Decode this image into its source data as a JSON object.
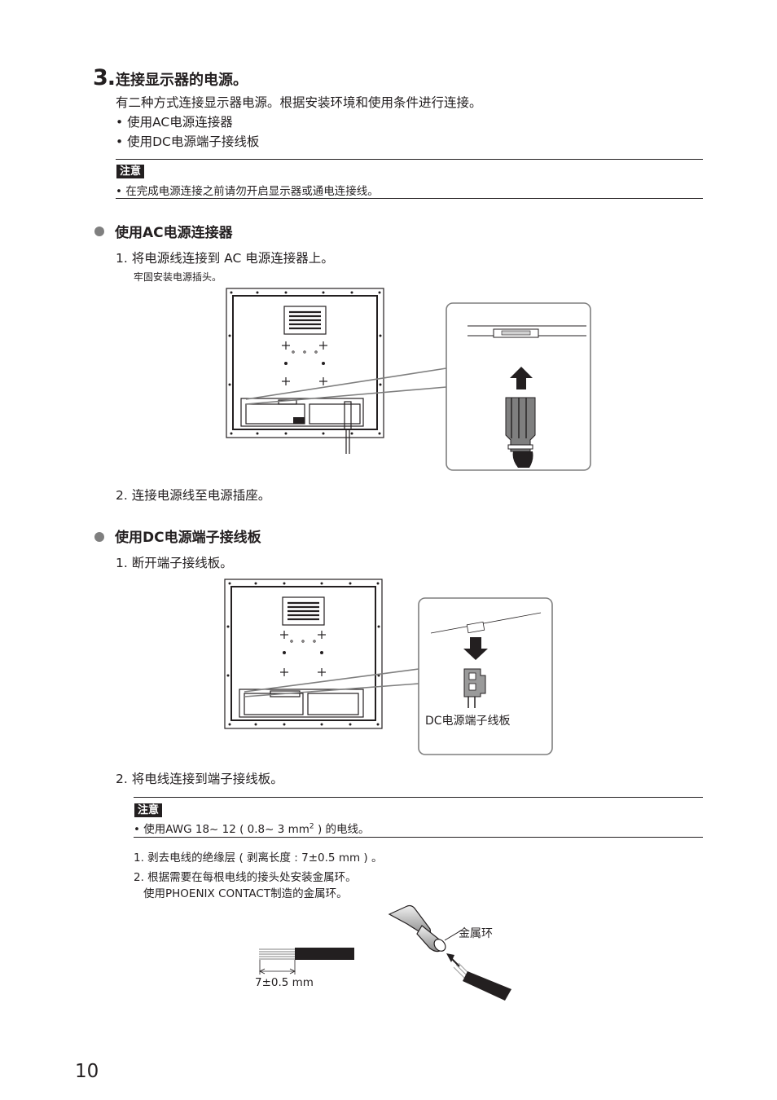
{
  "section": {
    "number": "3.",
    "title": "连接显示器的电源。",
    "intro": "有二种方式连接显示器电源。根据安装环境和使用条件进行连接。",
    "options": [
      "• 使用AC电源连接器",
      "• 使用DC电源端子接线板"
    ]
  },
  "note1": {
    "badge": "注意",
    "text": "• 在完成电源连接之前请勿开启显示器或通电连接线。"
  },
  "ac": {
    "heading": "使用AC电源连接器",
    "step1": "1.  将电源线连接到 AC 电源连接器上。",
    "step1_sub": "牢固安装电源插头。",
    "step2": "2.  连接电源线至电源插座。"
  },
  "dc": {
    "heading": "使用DC电源端子接线板",
    "step1": "1.  断开端子接线板。",
    "callout_label": "DC电源端子线板",
    "step2": "2.  将电线连接到端子接线板。"
  },
  "note2": {
    "badge": "注意",
    "text_pre": "• 使用AWG 18~ 12 ( 0.8~ 3 mm",
    "text_sup": "2",
    "text_post": " ) 的电线。"
  },
  "wire_steps": {
    "step1": "1. 剥去电线的绝缘层 ( 剥离长度 : 7±0.5 mm ) 。",
    "step2": "2. 根据需要在每根电线的接头处安装金属环。",
    "step2_sub": "使用PHOENIX CONTACT制造的金属环。"
  },
  "figure_labels": {
    "strip_length": "7±0.5 mm",
    "ferrule": "金属环"
  },
  "page_number": "10"
}
